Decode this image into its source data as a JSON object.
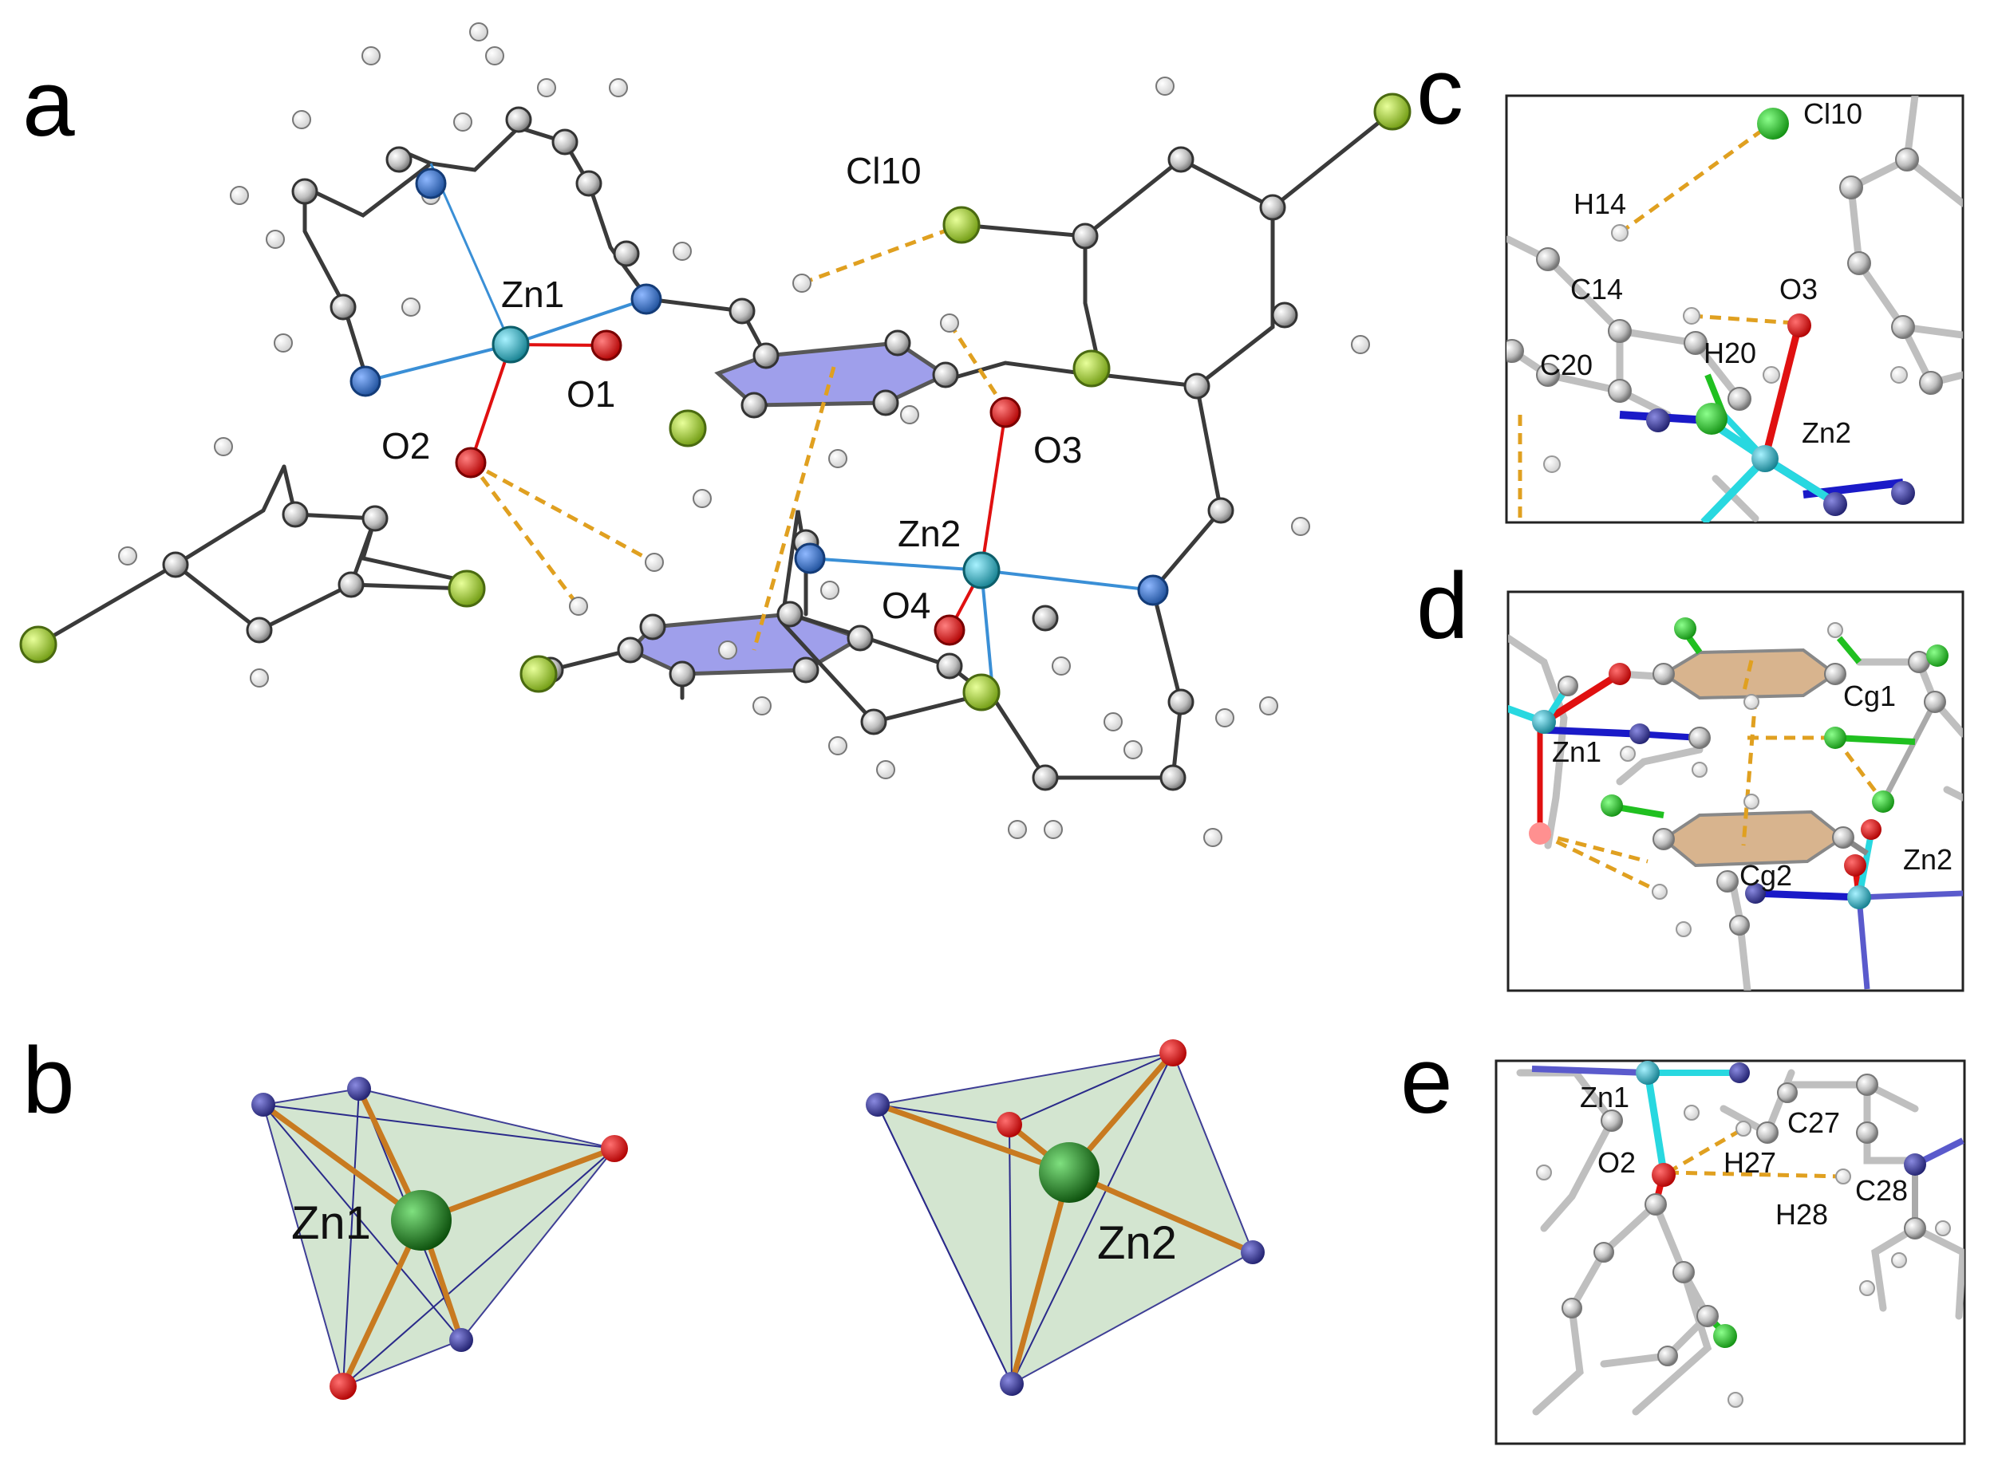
{
  "panels": {
    "a": {
      "letter": "a",
      "labels": {
        "zn1": "Zn1",
        "zn2": "Zn2",
        "o1": "O1",
        "o2": "O2",
        "o3": "O3",
        "o4": "O4",
        "cl10": "Cl10"
      }
    },
    "b": {
      "letter": "b",
      "labels": {
        "zn1": "Zn1",
        "zn2": "Zn2"
      }
    },
    "c": {
      "letter": "c",
      "labels": {
        "cl10": "Cl10",
        "h14": "H14",
        "c14": "C14",
        "o3": "O3",
        "h20": "H20",
        "c20": "C20",
        "zn2": "Zn2"
      }
    },
    "d": {
      "letter": "d",
      "labels": {
        "cg1": "Cg1",
        "zn1": "Zn1",
        "zn2": "Zn2",
        "cg2": "Cg2"
      }
    },
    "e": {
      "letter": "e",
      "labels": {
        "zn1": "Zn1",
        "c27": "C27",
        "o2": "O2",
        "h27": "H27",
        "c28": "C28",
        "h28": "H28"
      }
    }
  },
  "colors": {
    "carbon": "#bdbdbd",
    "hydrogen": "#ffffff",
    "nitrogen": "#2f6fbf",
    "oxygen": "#e01010",
    "chlorine": "#9ad020",
    "zinc": "#2bb8c8",
    "hbond": "#e0a020",
    "ring_fill": "#8f8fe8",
    "ring_fill_d": "#d8b48e",
    "polyhedron_fill": "#cfe3cc",
    "metal_center": "#1e7a1e"
  }
}
